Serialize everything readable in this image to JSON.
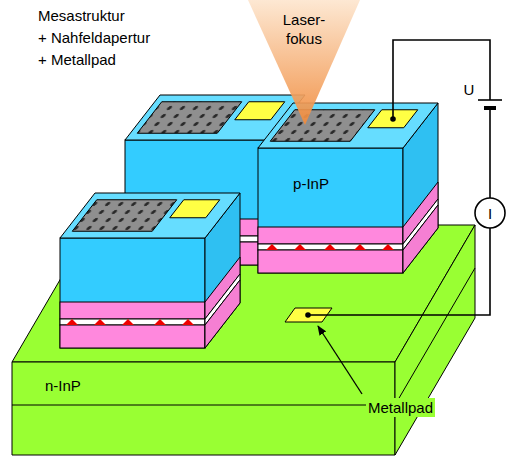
{
  "diagram": {
    "labels": [
      "Mesastruktur",
      "+ Nahfeldapertur",
      "+ Metallpad",
      "Laser- fokus",
      "p-InP",
      "U",
      "I",
      "n-InP",
      "Metallpad"
    ]
  }
}
